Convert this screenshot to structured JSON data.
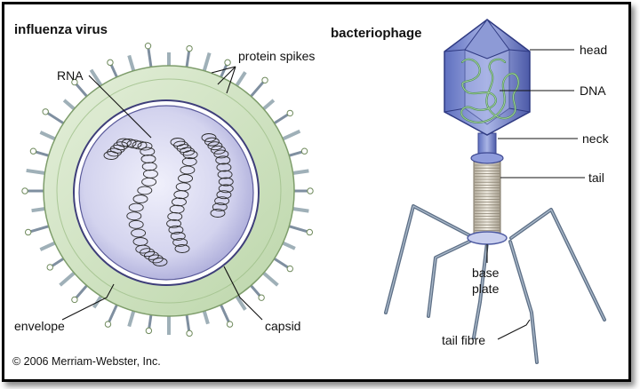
{
  "influenza": {
    "title": "influenza virus",
    "labels": {
      "rna": "RNA",
      "protein_spikes": "protein spikes",
      "envelope": "envelope",
      "capsid": "capsid"
    }
  },
  "bacteriophage": {
    "title": "bacteriophage",
    "labels": {
      "head": "head",
      "dna": "DNA",
      "neck": "neck",
      "tail": "tail",
      "base_plate_line1": "base",
      "base_plate_line2": "plate",
      "tail_fibre": "tail fibre"
    }
  },
  "copyright": "© 2006 Merriam-Webster, Inc.",
  "colors": {
    "envelope_green": "#cfe3c0",
    "capsid_blue": "#c8c8ea",
    "phage_blue": "#7b8fd0",
    "dna_green": "#7ab07a"
  }
}
